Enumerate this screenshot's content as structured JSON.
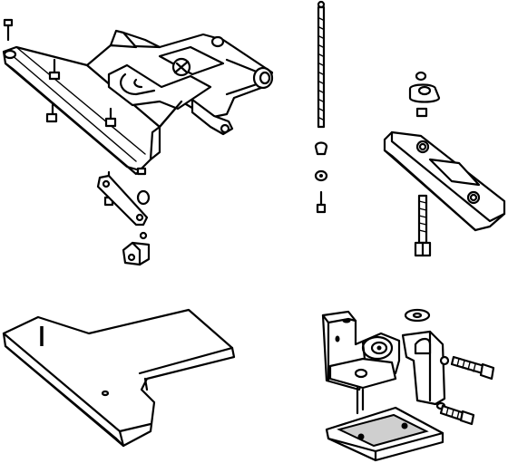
{
  "figure": {
    "kind": "exploded parts line drawing",
    "background": "#ffffff",
    "ink": "#000000"
  },
  "parts": [
    {
      "id": "base-frame",
      "quadrant": "top-left"
    },
    {
      "id": "link-arm",
      "quadrant": "top-left"
    },
    {
      "id": "small-block",
      "quadrant": "top-left"
    },
    {
      "id": "long-rod",
      "quadrant": "top-right"
    },
    {
      "id": "diamond-plate",
      "quadrant": "top-right"
    },
    {
      "id": "long-bolt",
      "quadrant": "top-right"
    },
    {
      "id": "t-plate",
      "quadrant": "bottom-left"
    },
    {
      "id": "bracket-assembly",
      "quadrant": "bottom-right"
    },
    {
      "id": "base-pad",
      "quadrant": "bottom-right"
    }
  ]
}
